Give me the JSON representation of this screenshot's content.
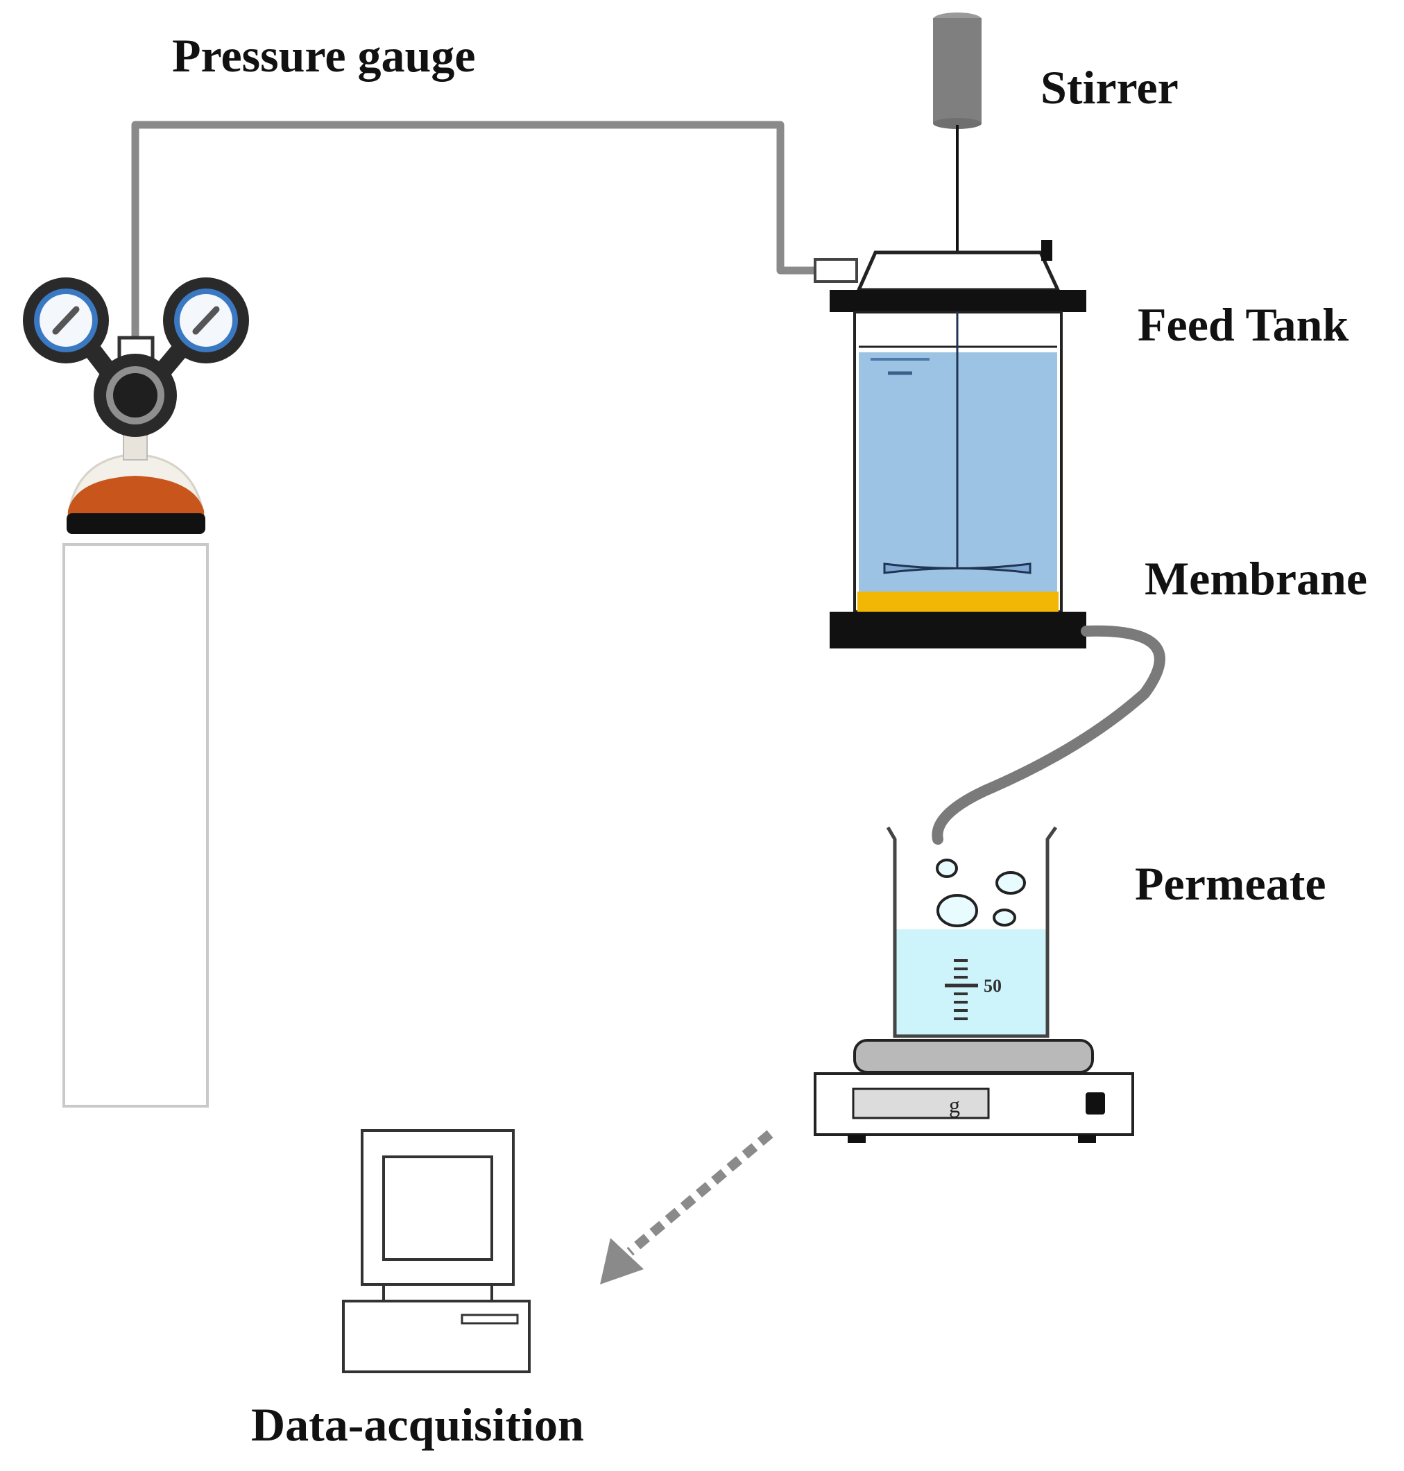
{
  "labels": {
    "pressure_gauge": "Pressure gauge",
    "stirrer": "Stirrer",
    "feed_tank": "Feed Tank",
    "membrane": "Membrane",
    "permeate": "Permeate",
    "data_acquisition": "Data-acquisition"
  },
  "beaker_scale_mark": "50",
  "balance_unit": "g",
  "colors": {
    "tubing": "#8a8a8a",
    "feed_liquid": "#9cc3e4",
    "membrane": "#f2b705",
    "cylinder_band": "#c8561c",
    "permeate_liquid": "#cdf4fb",
    "gauge_accent": "#3a78c2"
  }
}
